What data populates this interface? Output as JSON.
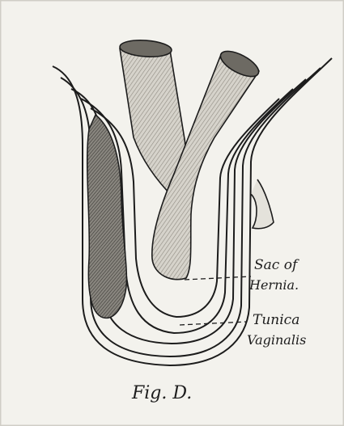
{
  "labels": {
    "sac_line1": "Sac of",
    "sac_line2": "Hernia.",
    "tunica_line1": "Tunica",
    "tunica_line2": "Vaginalis",
    "figure_caption": "Fig. D."
  },
  "colors": {
    "paper": "#f3f2ed",
    "ink": "#1c1c1c",
    "shading": "#b9b6ad",
    "testis": "#6f6c66"
  }
}
